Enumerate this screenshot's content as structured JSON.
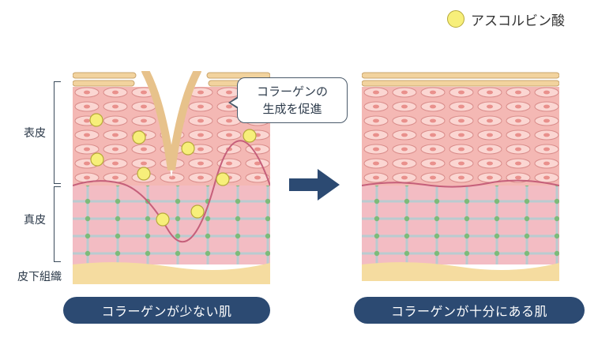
{
  "legend": {
    "label": "アスコルビン酸",
    "color": "#f7ef7a"
  },
  "layers": {
    "epidermis": "表皮",
    "dermis": "真皮",
    "subcutis": "皮下組織"
  },
  "callout": {
    "line1": "コラーゲンの",
    "line2": "生成を促進"
  },
  "panels": {
    "left_label": "コラーゲンが少ない肌",
    "right_label": "コラーゲンが十分にある肌"
  },
  "colors": {
    "pill": "#2c4a72",
    "arrow": "#2c4a72",
    "fiber_node": "#7dbb7a",
    "subcutis": "#f5dca0"
  }
}
